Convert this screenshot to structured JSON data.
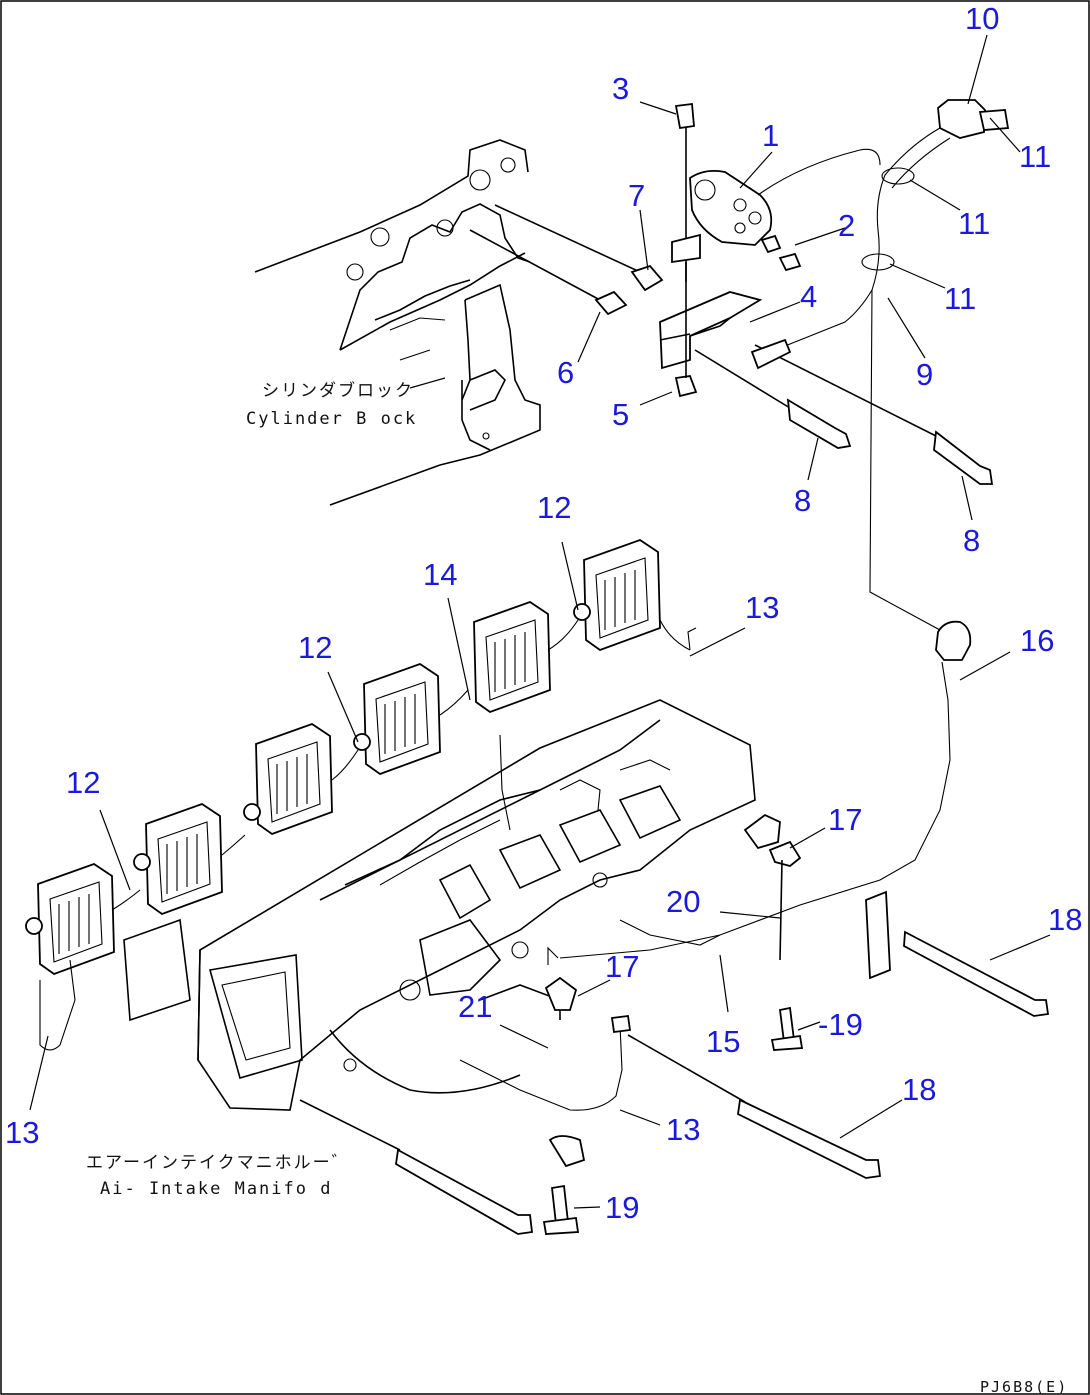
{
  "callouts": [
    {
      "id": "c1",
      "text": "1"
    },
    {
      "id": "c2",
      "text": "2"
    },
    {
      "id": "c3",
      "text": "3"
    },
    {
      "id": "c4",
      "text": "4"
    },
    {
      "id": "c5",
      "text": "5"
    },
    {
      "id": "c6",
      "text": "6"
    },
    {
      "id": "c7",
      "text": "7"
    },
    {
      "id": "c8a",
      "text": "8"
    },
    {
      "id": "c8b",
      "text": "8"
    },
    {
      "id": "c9",
      "text": "9"
    },
    {
      "id": "c10",
      "text": "10"
    },
    {
      "id": "c11a",
      "text": "11"
    },
    {
      "id": "c11b",
      "text": "11"
    },
    {
      "id": "c11c",
      "text": "11"
    },
    {
      "id": "c12a",
      "text": "12"
    },
    {
      "id": "c12b",
      "text": "12"
    },
    {
      "id": "c12c",
      "text": "12"
    },
    {
      "id": "c13a",
      "text": "13"
    },
    {
      "id": "c13b",
      "text": "13"
    },
    {
      "id": "c13c",
      "text": "13"
    },
    {
      "id": "c14",
      "text": "14"
    },
    {
      "id": "c15",
      "text": "15"
    },
    {
      "id": "c16",
      "text": "16"
    },
    {
      "id": "c17a",
      "text": "17"
    },
    {
      "id": "c17b",
      "text": "17"
    },
    {
      "id": "c18a",
      "text": "18"
    },
    {
      "id": "c18b",
      "text": "18"
    },
    {
      "id": "c19a",
      "text": "-19"
    },
    {
      "id": "c19b",
      "text": "19"
    },
    {
      "id": "c20",
      "text": "20"
    },
    {
      "id": "c21",
      "text": "21"
    }
  ],
  "labels": {
    "cylinder_block_jp": "シリンダブロック",
    "cylinder_block_en": "Cylinder B ock",
    "intake_manifold_jp": "エアーインテイクマニホルー゛",
    "intake_manifold_en": "Ai- Intake Manifo d"
  },
  "drawing_code": "PJ6B8(E)",
  "colors": {
    "callout": "#1a1adc",
    "line": "#000000",
    "background": "#ffffff"
  }
}
